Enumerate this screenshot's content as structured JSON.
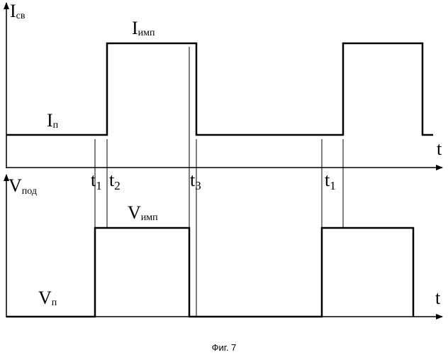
{
  "top_graph": {
    "axis_symbol": "I",
    "axis_subscript": "св",
    "time_label": "t",
    "high_symbol": "I",
    "high_subscript": "имп",
    "low_symbol": "I",
    "low_subscript": "п"
  },
  "bottom_graph": {
    "axis_symbol": "V",
    "axis_subscript": "под",
    "time_label": "t",
    "high_symbol": "V",
    "high_subscript": "имп",
    "low_symbol": "V",
    "low_subscript": "п"
  },
  "time_markers": [
    {
      "symbol": "t",
      "index": "1"
    },
    {
      "symbol": "t",
      "index": "2"
    },
    {
      "symbol": "t",
      "index": "3"
    },
    {
      "symbol": "t",
      "index": "1"
    }
  ],
  "caption": "Фиг. 7"
}
